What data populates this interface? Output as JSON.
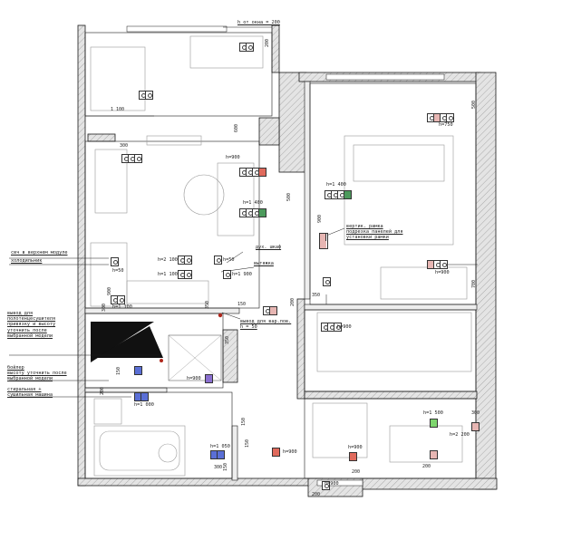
{
  "colors": {
    "wall": "#d9d9d9",
    "line": "#1a1a1a",
    "socket_green": "#4c9a5c",
    "socket_pink": "#e7b6b3",
    "socket_red": "#e06a5c",
    "socket_blue": "#5a6fd6",
    "socket_violet": "#8a6fd0",
    "socket_lightgreen": "#7ed66e"
  },
  "notes": {
    "microwave": "свч в верхнем модуле",
    "fridge": "холодильник",
    "towel_rail": "вывод для\nполотенцесушителя\nпривязку и высоту\nуточнить после\nвыбранной модели",
    "boiler": "бойлер\nвысоту уточнить после\nвыбранной модели",
    "washer": "стиральная +\nсушильная машина",
    "window_height": "h от окна = 200",
    "oven": "дух. шкаф",
    "hood": "вытяжка",
    "faucet": "вывод для вар.пов.\nh = 50",
    "bed_frame": "вертик. рамка\nподрезка панелей для\nустановки рамки"
  },
  "heights": {
    "h50a": "h=50",
    "h1100a": "h=1 100",
    "h2100": "h=2 100",
    "h1100b": "h=1 100",
    "h50b": "h=50",
    "h1900": "h=1 900",
    "h900a": "h=900",
    "h1400a": "h=1 400",
    "h1400b": "h=1 400",
    "h750": "h=750",
    "h900b": "h=900",
    "h900c": "h=900",
    "h900d": "h=900",
    "h1000": "h=1 000",
    "h1050": "h=1 050",
    "h900e": "h=900",
    "h900f": "h=900",
    "h900g": "h=900",
    "h1500": "h=1 500",
    "h2200": "h=2 200"
  },
  "dims": {
    "d1100": "1 100",
    "d300a": "300",
    "d200a": "200",
    "d500a": "500",
    "d500b": "500",
    "d900a": "900",
    "d300b": "300",
    "d900b": "900",
    "d350a": "350",
    "d150a": "150",
    "d200b": "200",
    "d350b": "350",
    "d700": "700",
    "d200c": "200",
    "d150b": "150",
    "d350c": "350",
    "d150c": "150",
    "d300c": "300",
    "d150d": "150",
    "d150e": "150",
    "d200d": "200",
    "d200e": "200",
    "d300d": "300",
    "d200f": "200",
    "d600": "600"
  }
}
